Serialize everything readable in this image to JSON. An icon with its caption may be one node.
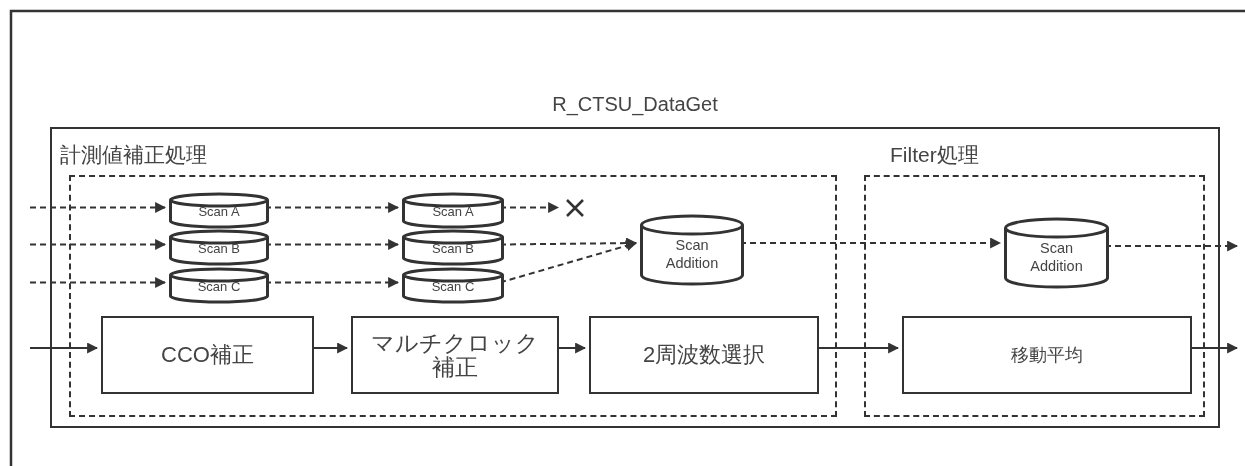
{
  "diagram": {
    "nodes": [
      {
        "text": [
          "R_CTSU_DataGet"
        ]
      },
      {
        "text": [
          "計測値補正処理"
        ],
        "in": 0
      },
      {
        "text": [
          "Filter処理"
        ],
        "in": 0
      },
      {
        "text": [
          "Scan A"
        ],
        "in": 1
      },
      {
        "text": [
          "Scan B"
        ],
        "in": 1
      },
      {
        "text": [
          "Scan C"
        ],
        "in": 1
      },
      {
        "text": [
          "Scan A"
        ],
        "in": 1
      },
      {
        "text": [
          "Scan B"
        ],
        "in": 1
      },
      {
        "text": [
          "Scan C"
        ],
        "in": 1
      },
      {
        "text": [],
        "shape": "cross",
        "in": 1
      },
      {
        "text": [
          "Scan Addition"
        ],
        "in": 1
      },
      {
        "text": [
          "CCO補正"
        ],
        "in": 1
      },
      {
        "text": [
          "マルチクロック補正"
        ],
        "in": 1
      },
      {
        "text": [
          "2周波数選択"
        ],
        "in": 1
      },
      {
        "text": [
          "Scan Addition"
        ],
        "in": 2
      },
      {
        "text": [
          "移動平均"
        ],
        "in": 2
      }
    ],
    "edges": [
      {
        "from": null,
        "to": 3,
        "arrow": "to",
        "style": "dashed"
      },
      {
        "from": null,
        "to": 4,
        "arrow": "to",
        "style": "dashed"
      },
      {
        "from": null,
        "to": 5,
        "arrow": "to",
        "style": "dashed"
      },
      {
        "from": 3,
        "to": 6,
        "arrow": "to",
        "style": "dashed"
      },
      {
        "from": 4,
        "to": 7,
        "arrow": "to",
        "style": "dashed"
      },
      {
        "from": 5,
        "to": 8,
        "arrow": "to",
        "style": "dashed"
      },
      {
        "from": 6,
        "to": 9,
        "arrow": "to",
        "style": "dashed"
      },
      {
        "from": 7,
        "to": 10,
        "arrow": "to",
        "style": "dashed"
      },
      {
        "from": 8,
        "to": 10,
        "arrow": "to",
        "style": "dashed"
      },
      {
        "from": 10,
        "to": 14,
        "arrow": "to",
        "style": "dashed"
      },
      {
        "from": 14,
        "to": null,
        "arrow": "to",
        "style": "dashed"
      },
      {
        "from": null,
        "to": 11,
        "arrow": "to"
      },
      {
        "from": 11,
        "to": 12,
        "arrow": "to"
      },
      {
        "from": 12,
        "to": 13,
        "arrow": "to"
      },
      {
        "from": 13,
        "to": 15,
        "arrow": "to"
      },
      {
        "from": 15,
        "to": null,
        "arrow": "to"
      }
    ]
  }
}
